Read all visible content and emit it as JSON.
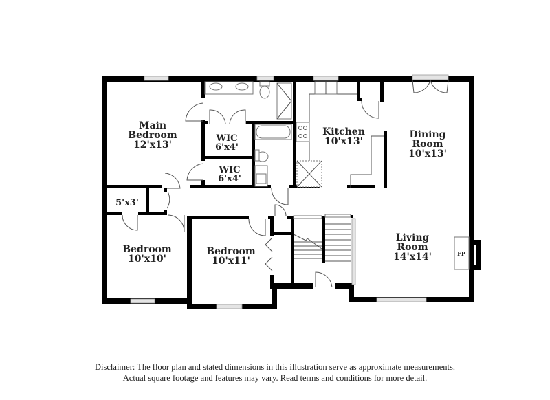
{
  "floorplan": {
    "rooms": [
      {
        "id": "main-bedroom",
        "name_line1": "Main",
        "name_line2": "Bedroom",
        "dims": "12'x13'"
      },
      {
        "id": "wic-1",
        "name_line1": "WIC",
        "dims": "6'x4'"
      },
      {
        "id": "wic-2",
        "name_line1": "WIC",
        "dims": "6'x4'"
      },
      {
        "id": "kitchen",
        "name_line1": "Kitchen",
        "dims": "10'x13'"
      },
      {
        "id": "dining-room",
        "name_line1": "Dining",
        "name_line2": "Room",
        "dims": "10'x13'"
      },
      {
        "id": "closet",
        "dims": "5'x3'"
      },
      {
        "id": "bedroom-1",
        "name_line1": "Bedroom",
        "dims": "10'x10'"
      },
      {
        "id": "bedroom-2",
        "name_line1": "Bedroom",
        "dims": "10'x11'"
      },
      {
        "id": "living-room",
        "name_line1": "Living",
        "name_line2": "Room",
        "dims": "14'x14'"
      }
    ],
    "fireplace_label": "FP"
  },
  "disclaimer": {
    "line1": "Disclaimer: The floor plan and stated dimensions in this illustration serve as approximate measurements.",
    "line2": "Actual square footage and features may vary. Read terms and conditions for more detail."
  }
}
